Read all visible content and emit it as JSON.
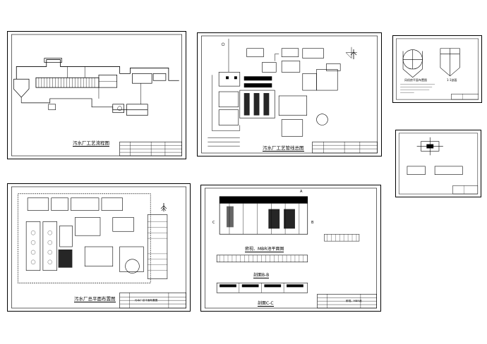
{
  "sheets": {
    "s1": {
      "caption": "污水厂工艺流程图"
    },
    "s2": {
      "caption": "污水厂工艺管线总图"
    },
    "s3": {
      "caption": "污水厂总平面布置图",
      "tb_title": "污水厂总平面布置图"
    },
    "s4": {
      "label_plan": "俯视、MBR池平面图",
      "label_ab": "剖面B-B",
      "label_cc": "剖面C-C",
      "tb_title": "俯视、MBR池",
      "mark_a": "A",
      "mark_c": "C",
      "mark_b": "B"
    },
    "s5": {
      "caption1": "风机房平面布置图",
      "caption2": "1-1剖面"
    },
    "s6": {
      "caption": ""
    }
  },
  "colors": {
    "line": "#000000",
    "paper": "#ffffff"
  }
}
